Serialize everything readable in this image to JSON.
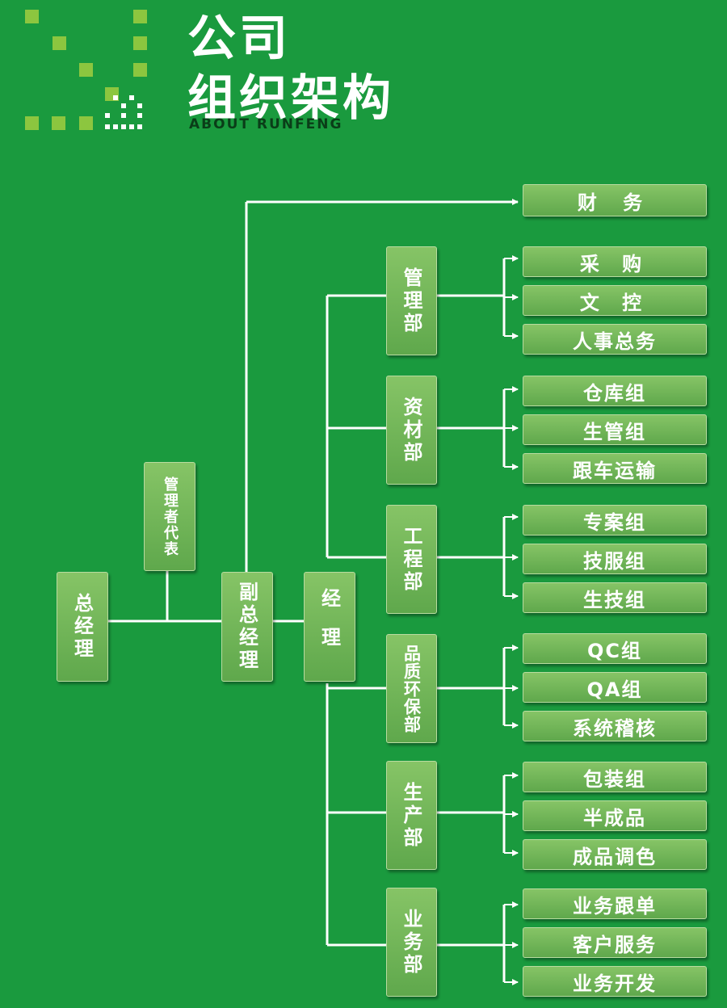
{
  "header": {
    "title_line1": "公司",
    "title_line2": "组织架构",
    "subtitle": "ABOUT  RUNFENG"
  },
  "colors": {
    "background": "#1a9a3e",
    "box_top": "#86c466",
    "box_bottom": "#5fa84c",
    "logo_square": "#8cc63f",
    "line": "#ffffff"
  },
  "org": {
    "ceo": "总经理",
    "management_rep": "管理者代表",
    "vice_gm": "副总经理",
    "manager": "经理",
    "finance": "财 务",
    "departments": [
      {
        "name": "管理部",
        "teams": [
          "采 购",
          "文 控",
          "人事总务"
        ]
      },
      {
        "name": "资材部",
        "teams": [
          "仓库组",
          "生管组",
          "跟车运输"
        ]
      },
      {
        "name": "工程部",
        "teams": [
          "专案组",
          "技服组",
          "生技组"
        ]
      },
      {
        "name": "品质环保部",
        "teams": [
          "QC组",
          "QA组",
          "系统稽核"
        ]
      },
      {
        "name": "生产部",
        "teams": [
          "包装组",
          "半成品",
          "成品调色"
        ]
      },
      {
        "name": "业务部",
        "teams": [
          "业务跟单",
          "客户服务",
          "业务开发"
        ]
      }
    ]
  }
}
